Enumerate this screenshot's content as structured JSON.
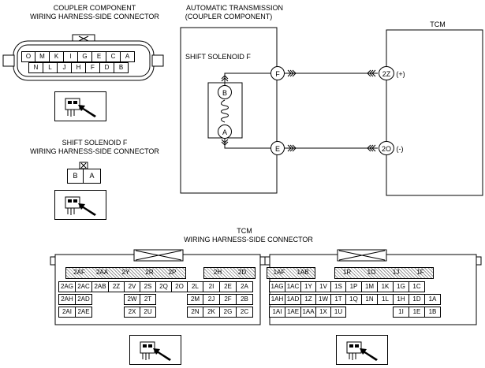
{
  "coupler": {
    "title1": "COUPLER COMPONENT",
    "title2": "WIRING HARNESS-SIDE CONNECTOR",
    "top_pins": [
      "O",
      "M",
      "K",
      "I",
      "G",
      "E",
      "C",
      "A"
    ],
    "bottom_pins": [
      "N",
      "L",
      "J",
      "H",
      "F",
      "D",
      "B"
    ]
  },
  "solenoid_conn": {
    "title1": "SHIFT SOLENOID F",
    "title2": "WIRING HARNESS-SIDE CONNECTOR",
    "pins": [
      "B",
      "A"
    ]
  },
  "schematic": {
    "at_title1": "AUTOMATIC TRANSMISSION",
    "at_title2": "(COUPLER COMPONENT)",
    "tcm_label": "TCM",
    "solenoid_label": "SHIFT SOLENOID F",
    "node_b": "B",
    "node_a": "A",
    "node_f": "F",
    "node_e": "E",
    "node_2z": "2Z",
    "node_2o": "2O",
    "plus": "(+)",
    "minus": "(-)"
  },
  "tcm_conn": {
    "title1": "TCM",
    "title2": "WIRING HARNESS-SIDE CONNECTOR",
    "left": {
      "r1": [
        "2AF",
        "2AA",
        "2Y",
        "2R",
        "2P",
        "2H",
        "2D"
      ],
      "r2": [
        "2AG",
        "2AC",
        "2AB",
        "2Z",
        "2V",
        "2S",
        "2Q",
        "2O",
        "2L",
        "2I",
        "2E",
        "2A"
      ],
      "r3": [
        "2AH",
        "2AD",
        "2W",
        "2T",
        "2M",
        "2J",
        "2F",
        "2B"
      ],
      "r4": [
        "2AI",
        "2AE",
        "2X",
        "2U",
        "2N",
        "2K",
        "2G",
        "2C"
      ]
    },
    "right": {
      "r1": [
        "1AF",
        "1AB",
        "1R",
        "1O",
        "1J",
        "1F"
      ],
      "r2": [
        "1AG",
        "1AC",
        "1Y",
        "1V",
        "1S",
        "1P",
        "1M",
        "1K",
        "1G",
        "1C"
      ],
      "r3": [
        "1AH",
        "1AD",
        "1Z",
        "1W",
        "1T",
        "1Q",
        "1N",
        "1L",
        "1H",
        "1D",
        "1A"
      ],
      "r4": [
        "1AI",
        "1AE",
        "1AA",
        "1X",
        "1U",
        "1I",
        "1E",
        "1B"
      ]
    }
  }
}
